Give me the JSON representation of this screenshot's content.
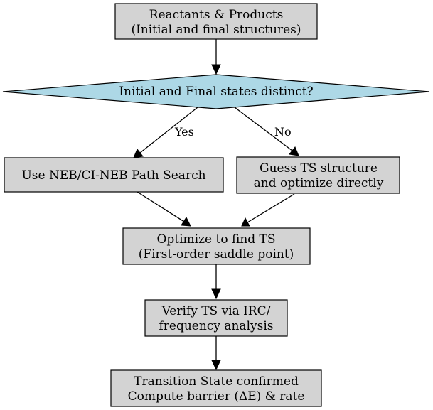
{
  "nodes": {
    "reactants": {
      "line1": "Reactants & Products",
      "line2": "(Initial and final structures)"
    },
    "decision": {
      "line1": "Initial and Final states distinct?"
    },
    "neb": {
      "line1": "Use NEB/CI-NEB Path Search"
    },
    "guess": {
      "line1": "Guess TS structure",
      "line2": "and optimize directly"
    },
    "optimize": {
      "line1": "Optimize to find TS",
      "line2": "(First-order saddle point)"
    },
    "verify": {
      "line1": "Verify TS via IRC/",
      "line2": "frequency analysis"
    },
    "confirmed": {
      "line1": "Transition State confirmed",
      "line2": "Compute barrier (ΔE) & rate"
    }
  },
  "edges": {
    "yes_label": "Yes",
    "no_label": "No"
  },
  "colors": {
    "box_fill": "#d3d3d3",
    "decision_fill": "#add8e6",
    "stroke": "#000000"
  }
}
